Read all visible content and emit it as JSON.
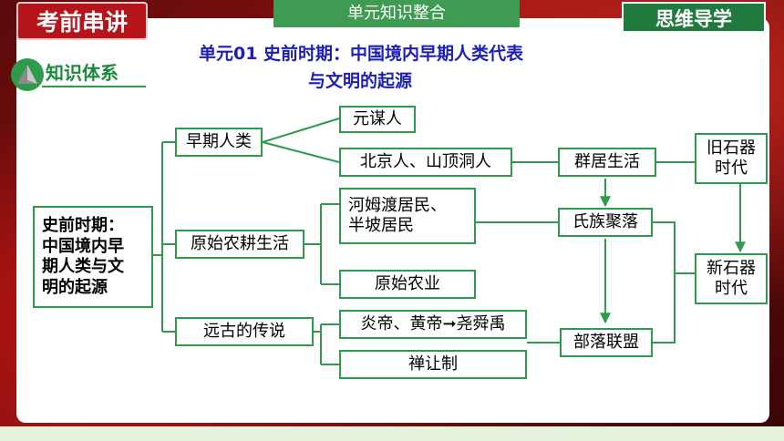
{
  "header": {
    "badge": "考前串讲",
    "unit": "单元知识整合",
    "corner": "思维导学"
  },
  "title": {
    "line1": "单元01   史前时期：中国境内早期人类代表",
    "line2": "与文明的起源"
  },
  "section": {
    "label": "知识体系",
    "icon": "pyramid-icon"
  },
  "diagram": {
    "root": "史前时期：中国境内早期人类与文明的起源",
    "root_lines": [
      "史前时期：",
      "中国境内早",
      "期人类与文",
      "明的起源"
    ],
    "branches": {
      "early_humans": "早期人类",
      "farming": "原始农耕生活",
      "legends": "远古的传说"
    },
    "leaves": {
      "yuanmou": "元谋人",
      "peking": "北京人、山顶洞人",
      "hemudu_lines": [
        "河姆渡居民、",
        "半坡居民"
      ],
      "agriculture": "原始农业",
      "emperors": "炎帝、黄帝➞尧舜禹",
      "abdication": "禅让制"
    },
    "stages": {
      "group_life": "群居生活",
      "clan": "氏族聚落",
      "tribe": "部落联盟"
    },
    "eras": {
      "paleolithic_lines": [
        "旧石器",
        "时代"
      ],
      "neolithic_lines": [
        "新石器",
        "时代"
      ]
    },
    "colors": {
      "line": "#2f9a4c",
      "title": "#1b1fb6",
      "badge": "#b4141a"
    }
  }
}
